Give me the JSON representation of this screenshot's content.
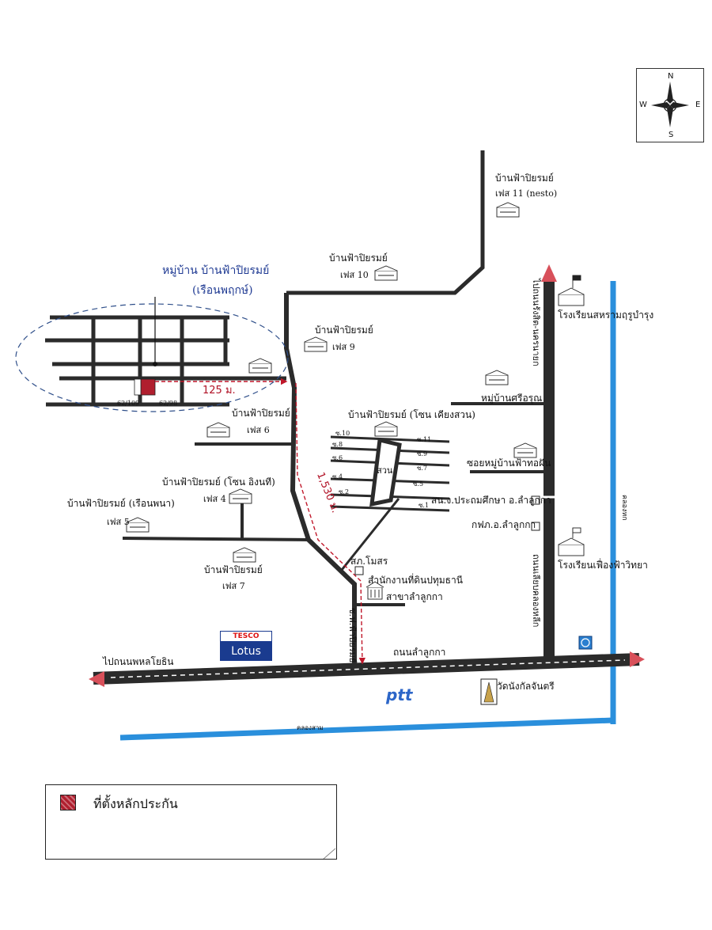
{
  "compass": {
    "north": "N",
    "south": "S",
    "east": "E",
    "west": "W"
  },
  "village_title": {
    "line1": "หมู่บ้าน บ้านฟ้าปิยรมย์",
    "line2": "(เรือนพฤกษ์)"
  },
  "distances": {
    "short": "125 ม.",
    "long": "1,530 ม."
  },
  "plot_labels": {
    "left": "62/109",
    "right": "62/98"
  },
  "labels": {
    "phase11_line1": "บ้านฟ้าปิยรมย์",
    "phase11_line2": "เฟส 11 (nesto)",
    "phase10_line1": "บ้านฟ้าปิยรมย์",
    "phase10_line2": "เฟส 10",
    "phase9_line1": "บ้านฟ้าปิยรมย์",
    "phase9_line2": "เฟส 9",
    "phase6_line1": "บ้านฟ้าปิยรมย์",
    "phase6_line2": "เฟส 6",
    "zone_garden": "บ้านฟ้าปิยรมย์ (โซน เคียงสวน)",
    "phase4_line1": "บ้านฟ้าปิยรมย์ (โซน อิงนที)",
    "phase4_line2": "เฟส 4",
    "phase5_line1": "บ้านฟ้าปิยรมย์ (เรือนพนา)",
    "phase5_line2": "เฟส 5",
    "phase7_line1": "บ้านฟ้าปิยรมย์",
    "phase7_line2": "เฟส 7",
    "school_top": "โรงเรียนสหรามฤรูบำรุง",
    "village_kaewarun": "หมู่บ้านศรีอรุณ",
    "soi_village": "ซอยหมู่บ้านฟ้าทอฝัน",
    "education_office": "สน.ง.ประถมศึกษา อ.ลำลูกกา",
    "kfp_office": "กฟภ.อ.ลำลูกกา",
    "school_bottom": "โรงเรียนเฟื่องฟ้าวิทยา",
    "park": "สวน",
    "police": "สภ.โมสร",
    "land_office": "สำนักงานที่ดินปทุมธานี",
    "land_branch": "สาขาลำลูกกา",
    "to_phahon": "ไปถนนพหลโยธิน",
    "lamlukka_rd": "ถนนลำลูกกา",
    "soi_road": "ซ.ฟ.ฟ้าปิยรมย์",
    "temple": "วัดนังกัลจันตรี",
    "canal_bottom": "คลองสาม",
    "canal_right": "คลองหก",
    "road_vertical_top": "ไปถนนรังสิต-นครนายก",
    "road_vertical_bottom": "ถนนเลียบคลองหลีก",
    "legend": "ที่ตั้งหลักประกัน"
  },
  "soi_labels": {
    "s10": "ซ.10",
    "s8": "ซ.8",
    "s6": "ซ.6",
    "s4": "ซ.4",
    "s2": "ซ.2",
    "s11": "ซ.11",
    "s9": "ซ.9",
    "s7": "ซ.7",
    "s5": "ซ.5",
    "s1": "ซ.1"
  },
  "brands": {
    "tesco_top": "TESCO",
    "tesco_bottom": "Lotus",
    "ptt": "ptt"
  },
  "colors": {
    "road": "#2b2b2b",
    "canal": "#2a8fdc",
    "route": "#c0172a",
    "plot": "#b01e2e",
    "village_outline": "#2f4f8a"
  }
}
